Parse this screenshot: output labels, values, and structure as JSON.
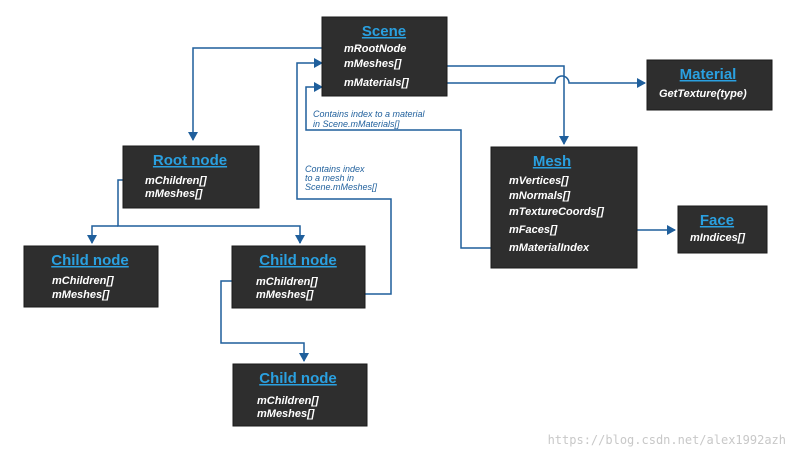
{
  "nodes": {
    "scene": {
      "title": "Scene",
      "fields": [
        "mRootNode",
        "mMeshes[]",
        "mMaterials[]"
      ]
    },
    "material": {
      "title": "Material",
      "fields": [
        "GetTexture(type)"
      ]
    },
    "root_node": {
      "title": "Root node",
      "fields": [
        "mChildren[]",
        "mMeshes[]"
      ]
    },
    "mesh": {
      "title": "Mesh",
      "fields": [
        "mVertices[]",
        "mNormals[]",
        "mTextureCoords[]",
        "mFaces[]",
        "mMaterialIndex"
      ]
    },
    "face": {
      "title": "Face",
      "fields": [
        "mIndices[]"
      ]
    },
    "child_node_left": {
      "title": "Child node",
      "fields": [
        "mChildren[]",
        "mMeshes[]"
      ]
    },
    "child_node_mid": {
      "title": "Child node",
      "fields": [
        "mChildren[]",
        "mMeshes[]"
      ]
    },
    "child_node_bottom": {
      "title": "Child node",
      "fields": [
        "mChildren[]",
        "mMeshes[]"
      ]
    }
  },
  "notes": {
    "material_index": [
      "Contains index to a material",
      "in Scene.mMaterials[]"
    ],
    "mesh_index": [
      "Contains index",
      "to a mesh in",
      "Scene.mMeshes[]"
    ]
  },
  "watermark": "https://blog.csdn.net/alex1992azh",
  "colors": {
    "box_bg": "#2e2e2e",
    "title": "#2aa0e0",
    "field_text": "#ffffff",
    "connector": "#1f5f9c"
  }
}
